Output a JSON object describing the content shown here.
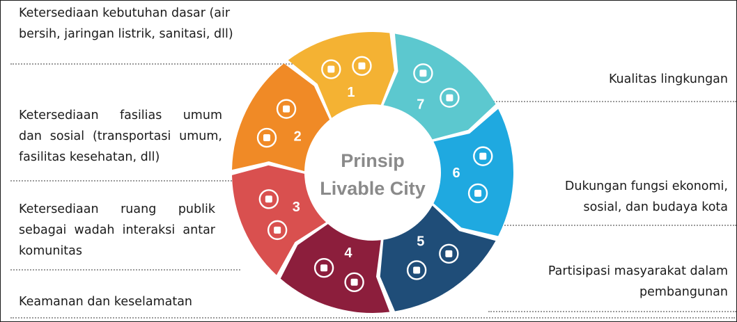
{
  "diagram": {
    "center": {
      "line1": "Prinsip",
      "line2": "Livable City"
    },
    "segments": [
      {
        "number": "1",
        "color": "#f4b233",
        "icons": [
          "houses-icon",
          "wheat-icon"
        ]
      },
      {
        "number": "2",
        "color": "#f08a26",
        "icons": [
          "people-bus-stop-icon",
          "hospital-icon"
        ]
      },
      {
        "number": "3",
        "color": "#d9504f",
        "icons": [
          "meeting-table-icon",
          "community-tree-icon"
        ]
      },
      {
        "number": "4",
        "color": "#8c1e3c",
        "icons": [
          "shield-person-icon",
          "hand-shield-icon"
        ]
      },
      {
        "number": "5",
        "color": "#1f4d78",
        "icons": [
          "lightbulb-gear-icon",
          "crowd-icon"
        ]
      },
      {
        "number": "6",
        "color": "#1fa9e0",
        "icons": [
          "money-growth-icon",
          "theater-masks-icon"
        ]
      },
      {
        "number": "7",
        "color": "#5cc8cf",
        "icons": [
          "globe-leaf-icon",
          "water-hand-icon"
        ]
      }
    ]
  },
  "labels": {
    "basic_needs": {
      "line1": "Ketersediaan kebutuhan dasar (air",
      "line2": "bersih, jaringan listrik, sanitasi, dll)"
    },
    "public_facilities": {
      "line1": "Ketersediaan fasilias umum",
      "line2": "dan sosial (transportasi umum,",
      "line3": "fasilitas kesehatan, dll)"
    },
    "public_space": {
      "line1": "Ketersediaan ruang publik",
      "line2": "sebagai wadah interaksi antar",
      "line3": "komunitas"
    },
    "safety": "Keamanan dan keselamatan",
    "environment": "Kualitas lingkungan",
    "economy": {
      "line1": "Dukungan fungsi ekonomi,",
      "line2": "sosial, dan budaya kota"
    },
    "participation": {
      "line1": "Partisipasi masyarakat dalam",
      "line2": "pembangunan"
    }
  }
}
